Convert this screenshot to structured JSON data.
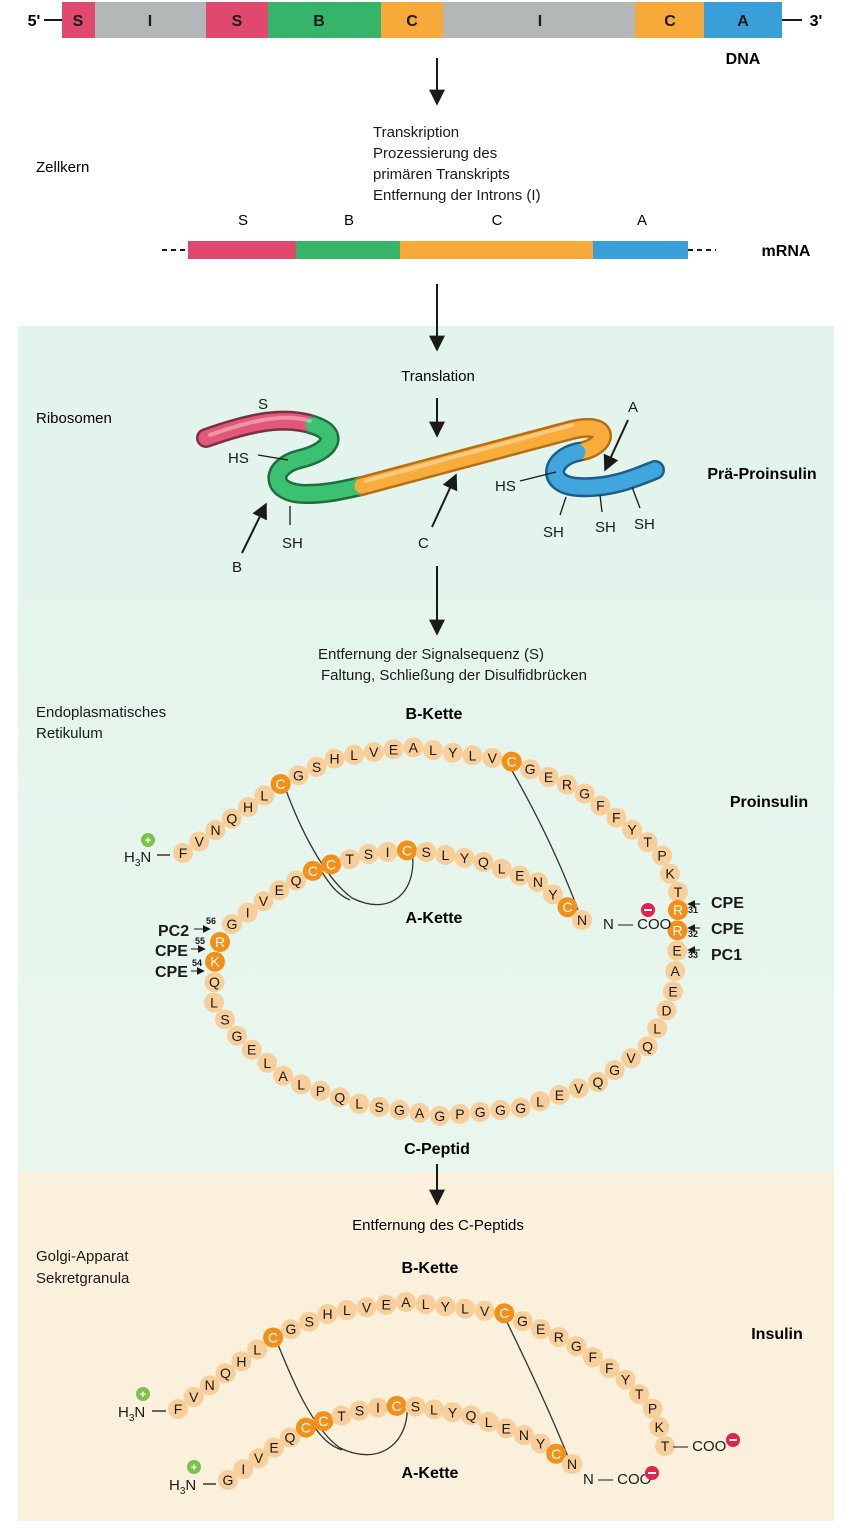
{
  "dna": {
    "end5": "5'",
    "end3": "3'",
    "label": "DNA",
    "segments": [
      {
        "label": "S",
        "color": "#e0486e"
      },
      {
        "label": "I",
        "color": "#b4b7b7"
      },
      {
        "label": "S",
        "color": "#e0486e"
      },
      {
        "label": "B",
        "color": "#36b56a"
      },
      {
        "label": "C",
        "color": "#f7a93a"
      },
      {
        "label": "I",
        "color": "#b4b7b7"
      },
      {
        "label": "C",
        "color": "#f7a93a"
      },
      {
        "label": "A",
        "color": "#3a9fd8"
      }
    ]
  },
  "nucleus": {
    "location": "Zellkern",
    "step_lines": [
      "Transkription",
      "Prozessierung des",
      "primären Transkripts",
      "Entfernung der Introns (I)"
    ]
  },
  "mrna": {
    "label": "mRNA",
    "segments": [
      {
        "label": "S",
        "color": "#e0486e"
      },
      {
        "label": "B",
        "color": "#36b56a"
      },
      {
        "label": "C",
        "color": "#f7a93a"
      },
      {
        "label": "A",
        "color": "#3a9fd8"
      }
    ]
  },
  "ribosome_section": {
    "background": "#e2f4ec",
    "location": "Ribosomen",
    "step": "Translation",
    "product": "Prä-Proinsulin",
    "labels": {
      "s": "S",
      "a": "A",
      "b": "B",
      "c": "C",
      "hs": "HS",
      "sh": "SH"
    }
  },
  "er_section": {
    "background": "#e2f4ec",
    "location_lines": [
      "Endoplasmatisches",
      "Retikulum"
    ],
    "step_lines": [
      "Entfernung der Signalsequenz (S)",
      "Faltung, Schließung der Disulfidbrücken"
    ],
    "product": "Proinsulin",
    "b_chain_title": "B-Kette",
    "a_chain_title": "A-Kette",
    "c_peptide_title": "C-Peptid",
    "n_terminus": "H3N",
    "c_terminus": "COO",
    "b_chain": "FVNQHLCGSHLVEALYLVCGERGFFYTPKT",
    "c_peptide": "RREAEDLQVGQVELGGGPGAGSLQPLALEGSLQKR",
    "a_chain": "GIVEQCCTSICSLYQLENYCN",
    "enzyme_sites": {
      "right": [
        {
          "num": "31",
          "enzyme": "CPE"
        },
        {
          "num": "32",
          "enzyme": "CPE"
        },
        {
          "num": "33",
          "enzyme": "PC1"
        }
      ],
      "left": [
        {
          "num": "56",
          "enzyme": "PC2"
        },
        {
          "num": "55",
          "enzyme": "CPE"
        },
        {
          "num": "54",
          "enzyme": "CPE"
        }
      ]
    }
  },
  "golgi_section": {
    "background": "#fbf0dc",
    "location_lines": [
      "Golgi-Apparat",
      "Sekretgranula"
    ],
    "step": "Entfernung des C-Peptids",
    "product": "Insulin",
    "b_chain_title": "B-Kette",
    "a_chain_title": "A-Kette",
    "n_terminus": "H3N",
    "c_terminus": "COO",
    "b_chain": "FVNQHLCGSHLVEALYLVCGERGFFYTPKT",
    "a_chain": "GIVEQCCTSICSLYQLENYCN"
  },
  "colors": {
    "bead": "#f8cf9a",
    "cysteine": "#f39019",
    "plus": "#7cc24a",
    "minus": "#e0244e",
    "arrow": "#1a1a1a",
    "bond": "#333333"
  }
}
